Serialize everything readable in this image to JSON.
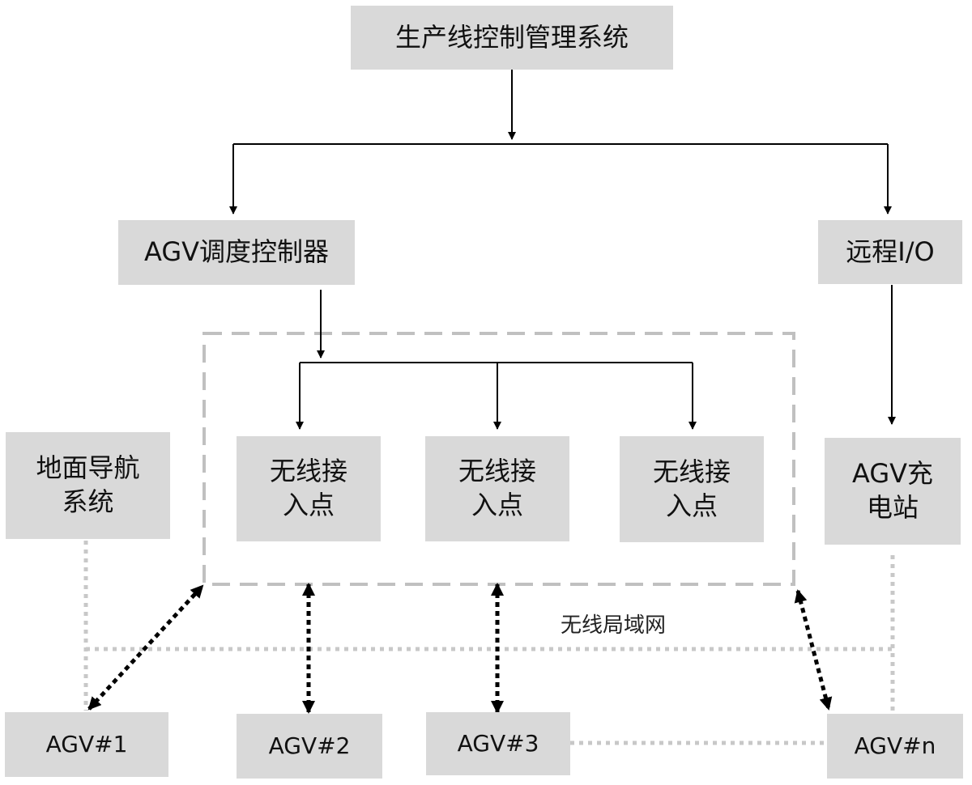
{
  "nodes": {
    "production_line": "生产线控制管理系统",
    "agv_dispatch": "AGV调度控制器",
    "remote_io": "远程I/O",
    "ground_nav_line1": "地面导航",
    "ground_nav_line2": "系统",
    "ap1_line1": "无线接",
    "ap1_line2": "入点",
    "ap2_line1": "无线接",
    "ap2_line2": "入点",
    "ap3_line1": "无线接",
    "ap3_line2": "入点",
    "charging_line1": "AGV充",
    "charging_line2": "电站",
    "agv1": "AGV#1",
    "agv2": "AGV#2",
    "agv3": "AGV#3",
    "agvn": "AGV#n"
  },
  "labels": {
    "wlan": "无线局域网"
  },
  "colors": {
    "box_fill": "#d9d9d9",
    "arrow": "#000000",
    "dashed_border": "#c0c0c0",
    "dotted_link": "#c8c8c8"
  }
}
